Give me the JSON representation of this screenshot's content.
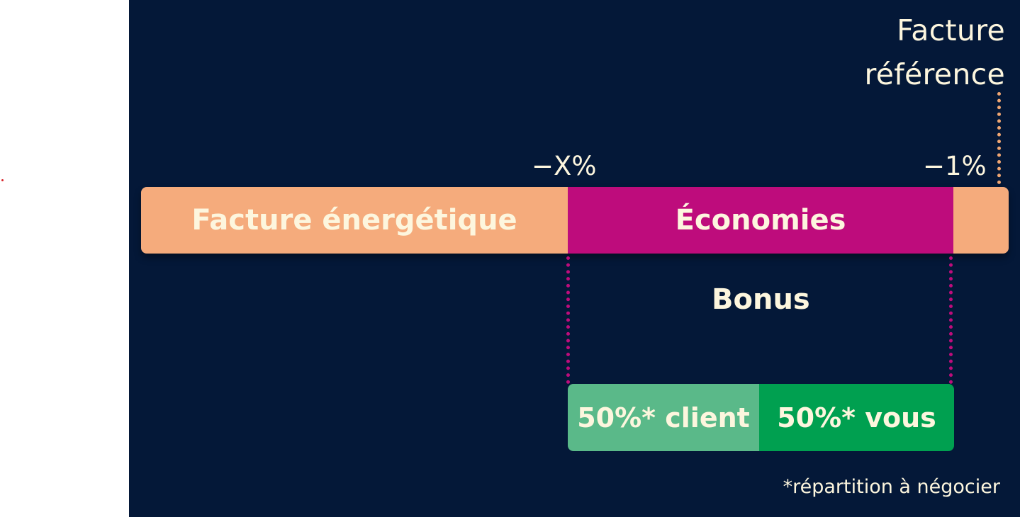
{
  "reference": {
    "line1": "Facture",
    "line2": "référence"
  },
  "ticks": {
    "left": "−X%",
    "right": "−1%"
  },
  "bar": {
    "facture": "Facture énergétique",
    "economies": "Économies"
  },
  "bonus": "Bonus",
  "split": {
    "client": "50%* client",
    "vous": "50%* vous"
  },
  "footnote": "*répartition à négocier",
  "colors": {
    "background": "#041838",
    "facture": "#f5ab7c",
    "economies": "#be0c7c",
    "client": "#5ab989",
    "vous": "#00a050",
    "text": "#fdf6de"
  }
}
